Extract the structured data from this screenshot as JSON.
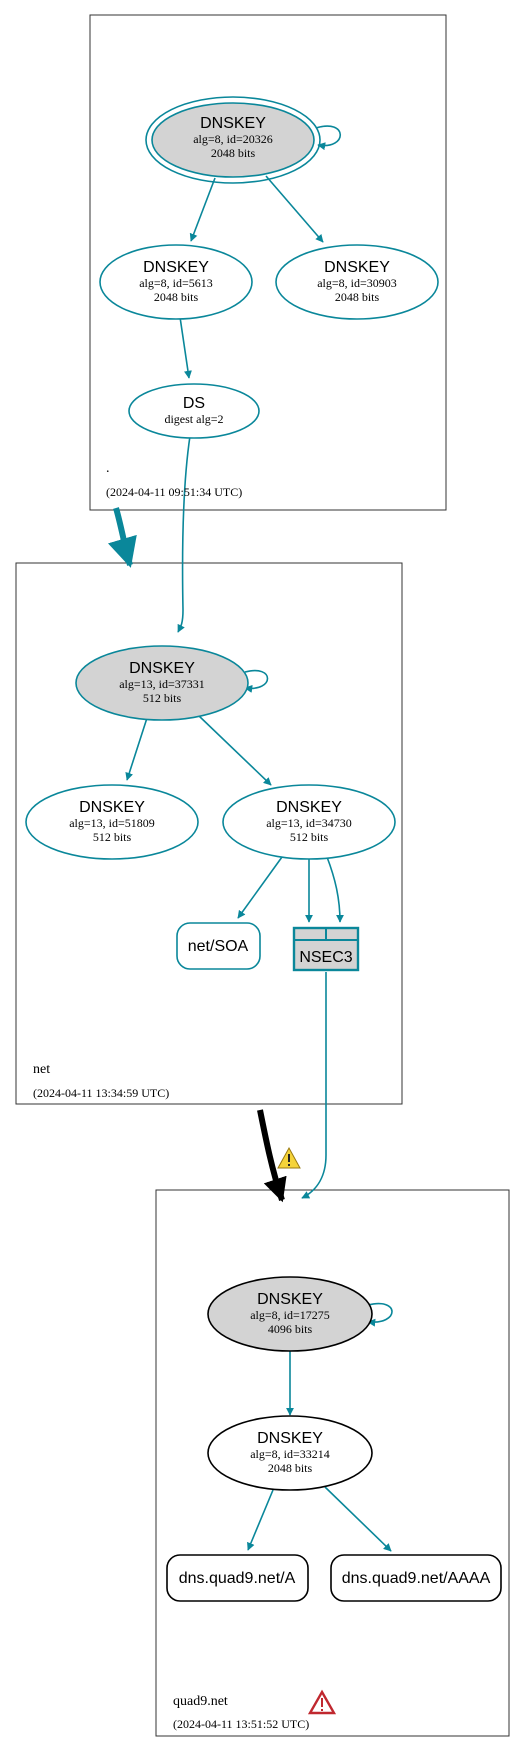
{
  "colors": {
    "teal": "#0a879a",
    "black": "#000000",
    "ksk_fill": "#d3d3d3",
    "nsec_fill": "#d3d3d3",
    "warning_yellow": "#f5d33a",
    "warning_red": "#c0282f"
  },
  "zones": {
    "root": {
      "name": ".",
      "timestamp": "(2024-04-11 09:51:34 UTC)",
      "ksk": {
        "title": "DNSKEY",
        "line1": "alg=8, id=20326",
        "line2": "2048 bits"
      },
      "zsk1": {
        "title": "DNSKEY",
        "line1": "alg=8, id=5613",
        "line2": "2048 bits"
      },
      "zsk2": {
        "title": "DNSKEY",
        "line1": "alg=8, id=30903",
        "line2": "2048 bits"
      },
      "ds": {
        "title": "DS",
        "line1": "digest alg=2"
      }
    },
    "net": {
      "name": "net",
      "timestamp": "(2024-04-11 13:34:59 UTC)",
      "ksk": {
        "title": "DNSKEY",
        "line1": "alg=13, id=37331",
        "line2": "512 bits"
      },
      "zsk1": {
        "title": "DNSKEY",
        "line1": "alg=13, id=51809",
        "line2": "512 bits"
      },
      "zsk2": {
        "title": "DNSKEY",
        "line1": "alg=13, id=34730",
        "line2": "512 bits"
      },
      "soa": {
        "label": "net/SOA"
      },
      "nsec3": {
        "label": "NSEC3"
      }
    },
    "quad9": {
      "name": "quad9.net",
      "timestamp": "(2024-04-11 13:51:52 UTC)",
      "ksk": {
        "title": "DNSKEY",
        "line1": "alg=8, id=17275",
        "line2": "4096 bits"
      },
      "zsk": {
        "title": "DNSKEY",
        "line1": "alg=8, id=33214",
        "line2": "2048 bits"
      },
      "rr_a": {
        "label": "dns.quad9.net/A"
      },
      "rr_aaaa": {
        "label": "dns.quad9.net/AAAA"
      }
    }
  },
  "icons": {
    "delegation_warning": "warning-triangle-icon",
    "zone_error": "error-triangle-icon"
  }
}
